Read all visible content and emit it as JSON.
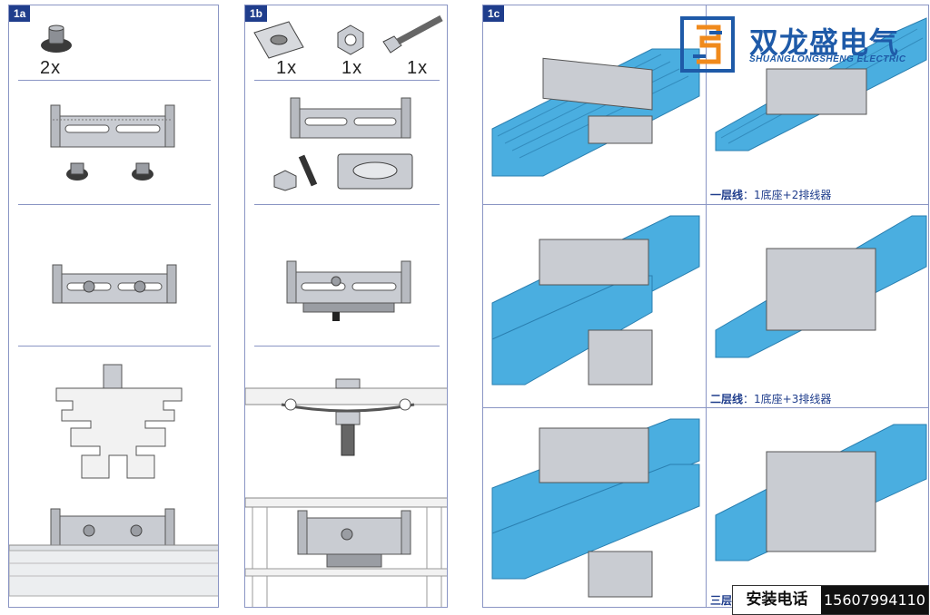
{
  "panels": {
    "a": {
      "tag": "1a",
      "qty": "2x"
    },
    "b": {
      "tag": "1b",
      "qty": [
        "1x",
        "1x",
        "1x"
      ]
    },
    "c": {
      "tag": "1c"
    }
  },
  "captions": {
    "layer1": {
      "title": "一层线",
      "detail": "：1底座+2排线器"
    },
    "layer2": {
      "title": "二层线",
      "detail": "：1底座+3排线器"
    },
    "layer3": {
      "title": "三层"
    }
  },
  "logo": {
    "name": "双龙盛电气",
    "sub": "SHUANGLONGSHENG ELECTRIC"
  },
  "contact": {
    "label": "安装电话",
    "phone": "15607994110"
  },
  "colors": {
    "frame": "#8a95c4",
    "tag": "#1f3d8c",
    "cable": "#4aaee0",
    "metal": "#c9ccd2",
    "logo": "#1e5aa8"
  }
}
